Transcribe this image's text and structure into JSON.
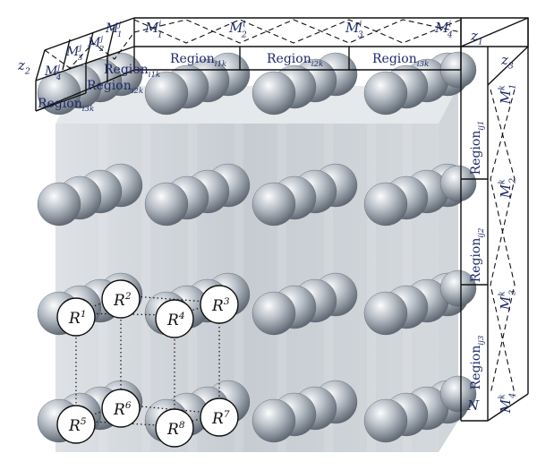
{
  "top_labels": {
    "m": [
      {
        "base": "M",
        "sub": "1",
        "sup": "i"
      },
      {
        "base": "M",
        "sub": "2",
        "sup": "i"
      },
      {
        "base": "M",
        "sub": "3",
        "sup": "i"
      },
      {
        "base": "M",
        "sub": "4",
        "sup": "i"
      }
    ],
    "m_side": [
      {
        "base": "M",
        "sub": "1",
        "sup": "j"
      },
      {
        "base": "M",
        "sub": "2",
        "sup": "j"
      },
      {
        "base": "M",
        "sub": "3",
        "sup": "j"
      },
      {
        "base": "M",
        "sub": "4",
        "sup": "j"
      }
    ],
    "regions_front": [
      {
        "base": "Region",
        "sub": "i1k"
      },
      {
        "base": "Region",
        "sub": "i2k"
      },
      {
        "base": "Region",
        "sub": "i3k"
      }
    ],
    "regions_side": [
      {
        "base": "Region",
        "sub": "i1k"
      },
      {
        "base": "Region",
        "sub": "i2k"
      },
      {
        "base": "Region",
        "sub": "i3k"
      }
    ]
  },
  "axes": {
    "z1": {
      "base": "z",
      "sub": "1"
    },
    "z2": {
      "base": "z",
      "sub": "2"
    },
    "z3": {
      "base": "z",
      "sub": "3"
    }
  },
  "right_labels": {
    "regions": [
      {
        "base": "Region",
        "sub": "ij1"
      },
      {
        "base": "Region",
        "sub": "ij2"
      },
      {
        "base": "Region",
        "sub": "ij3"
      }
    ],
    "m": [
      {
        "base": "M",
        "sub": "1",
        "sup": "k"
      },
      {
        "base": "M",
        "sub": "2",
        "sup": "k"
      },
      {
        "base": "M",
        "sub": "3",
        "sup": "k"
      },
      {
        "base": "M",
        "sub": "4",
        "sup": "k"
      }
    ],
    "n": "N"
  },
  "r_labels": [
    {
      "base": "R",
      "sup": "1"
    },
    {
      "base": "R",
      "sup": "2"
    },
    {
      "base": "R",
      "sup": "3"
    },
    {
      "base": "R",
      "sup": "4"
    },
    {
      "base": "R",
      "sup": "5"
    },
    {
      "base": "R",
      "sup": "6"
    },
    {
      "base": "R",
      "sup": "7"
    },
    {
      "base": "R",
      "sup": "8"
    }
  ],
  "colors": {
    "label": "#1f2a66",
    "line": "#111111",
    "sphere_light": "#f4f6f8",
    "sphere_dark": "#6b7480",
    "block": "#b9c0c8"
  }
}
